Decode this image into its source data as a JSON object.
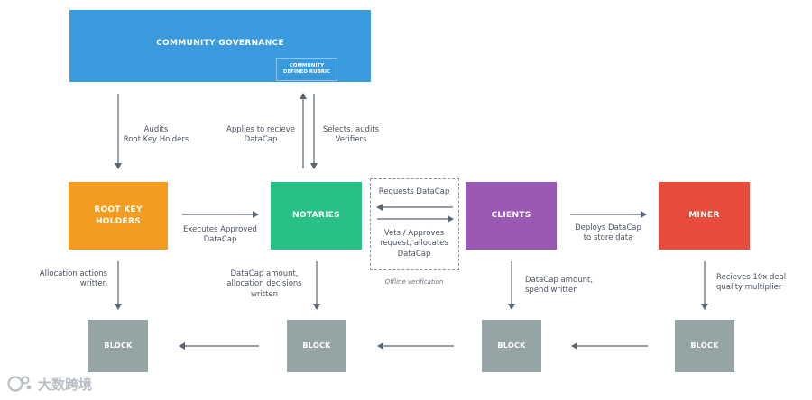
{
  "governance": {
    "title": "COMMUNITY GOVERNANCE",
    "rubric": "COMMUNITY\nDEFINED RUBRIC"
  },
  "nodes": {
    "root_key_holders": "ROOT KEY\nHOLDERS",
    "notaries": "NOTARIES",
    "clients": "CLIENTS",
    "miner": "MINER"
  },
  "blocks": [
    "BLOCK",
    "BLOCK",
    "BLOCK",
    "BLOCK"
  ],
  "edges": {
    "audits_root": "Audits\nRoot Key Holders",
    "applies_datacap": "Applies to recieve\nDataCap",
    "selects_audits": "Selects, audits\nVerifiers",
    "executes_approved": "Executes Approved\nDataCap",
    "requests_datacap": "Requests DataCap",
    "vets_approves": "Vets / Approves\nrequest,  allocates\nDataCap",
    "offline_verification": "Offline verification",
    "deploys_datacap": "Deploys DataCap\nto store data",
    "allocation_actions": "Allocation actions\nwritten",
    "datacap_allocation": "DataCap amount,\nallocation decisions\nwritten",
    "datacap_spend": "DataCap amount,\nspend written",
    "receives_deal": "Recieves 10x deal\nquality multiplier"
  },
  "watermark": "大数跨境",
  "colors": {
    "governance": "#3a9ade",
    "root_key_holders": "#f39c1f",
    "notaries": "#27c085",
    "clients": "#9b59b6",
    "miner": "#e74c3c",
    "block": "#95a5a6",
    "arrow": "#5a6572"
  }
}
